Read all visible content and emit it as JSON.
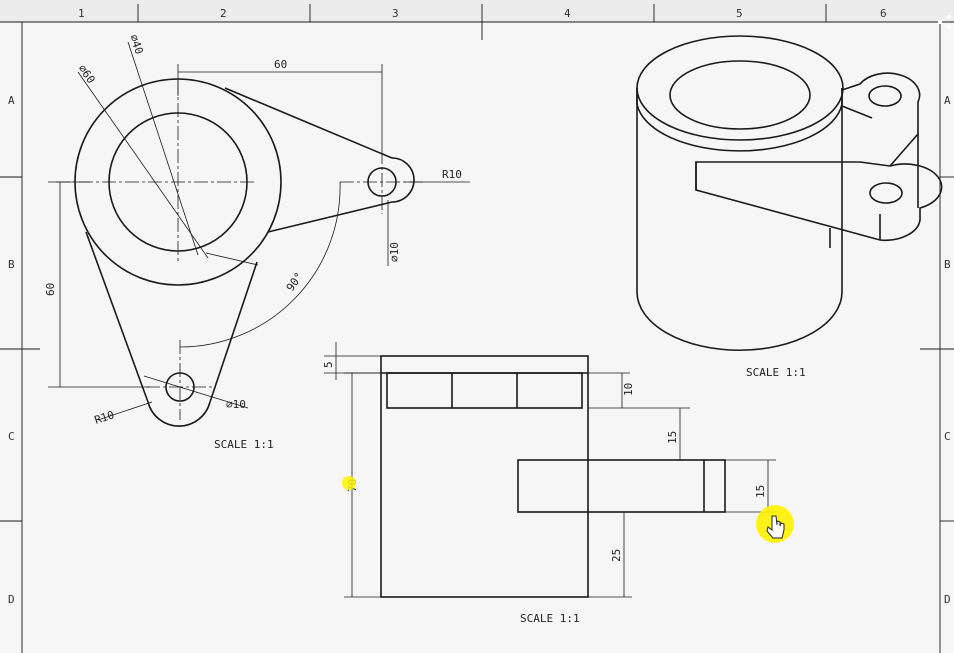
{
  "sheet": {
    "columns": [
      "1",
      "2",
      "3",
      "4",
      "5",
      "6"
    ],
    "rows": [
      "A",
      "B",
      "C",
      "D"
    ]
  },
  "top_view": {
    "dims": {
      "d60": "⌀60",
      "d40": "⌀40",
      "len60": "60",
      "r10_right": "R10",
      "d10_right": "⌀10",
      "vert60": "60",
      "angle": "90°",
      "r10_bottom": "R10",
      "d10_bottom": "⌀10"
    },
    "scale": "SCALE 1:1"
  },
  "front_view": {
    "dims": {
      "d5": "5",
      "d10": "10",
      "d15_top": "15",
      "d15_right": "15",
      "d25": "25",
      "height": "70"
    },
    "scale": "SCALE 1:1"
  },
  "iso_view": {
    "scale": "SCALE 1:1"
  },
  "colors": {
    "line": "#1a1a1a",
    "highlight": "#fff200",
    "background": "#f7f7f7"
  },
  "cursor": {
    "icon": "hand-cursor-icon"
  }
}
